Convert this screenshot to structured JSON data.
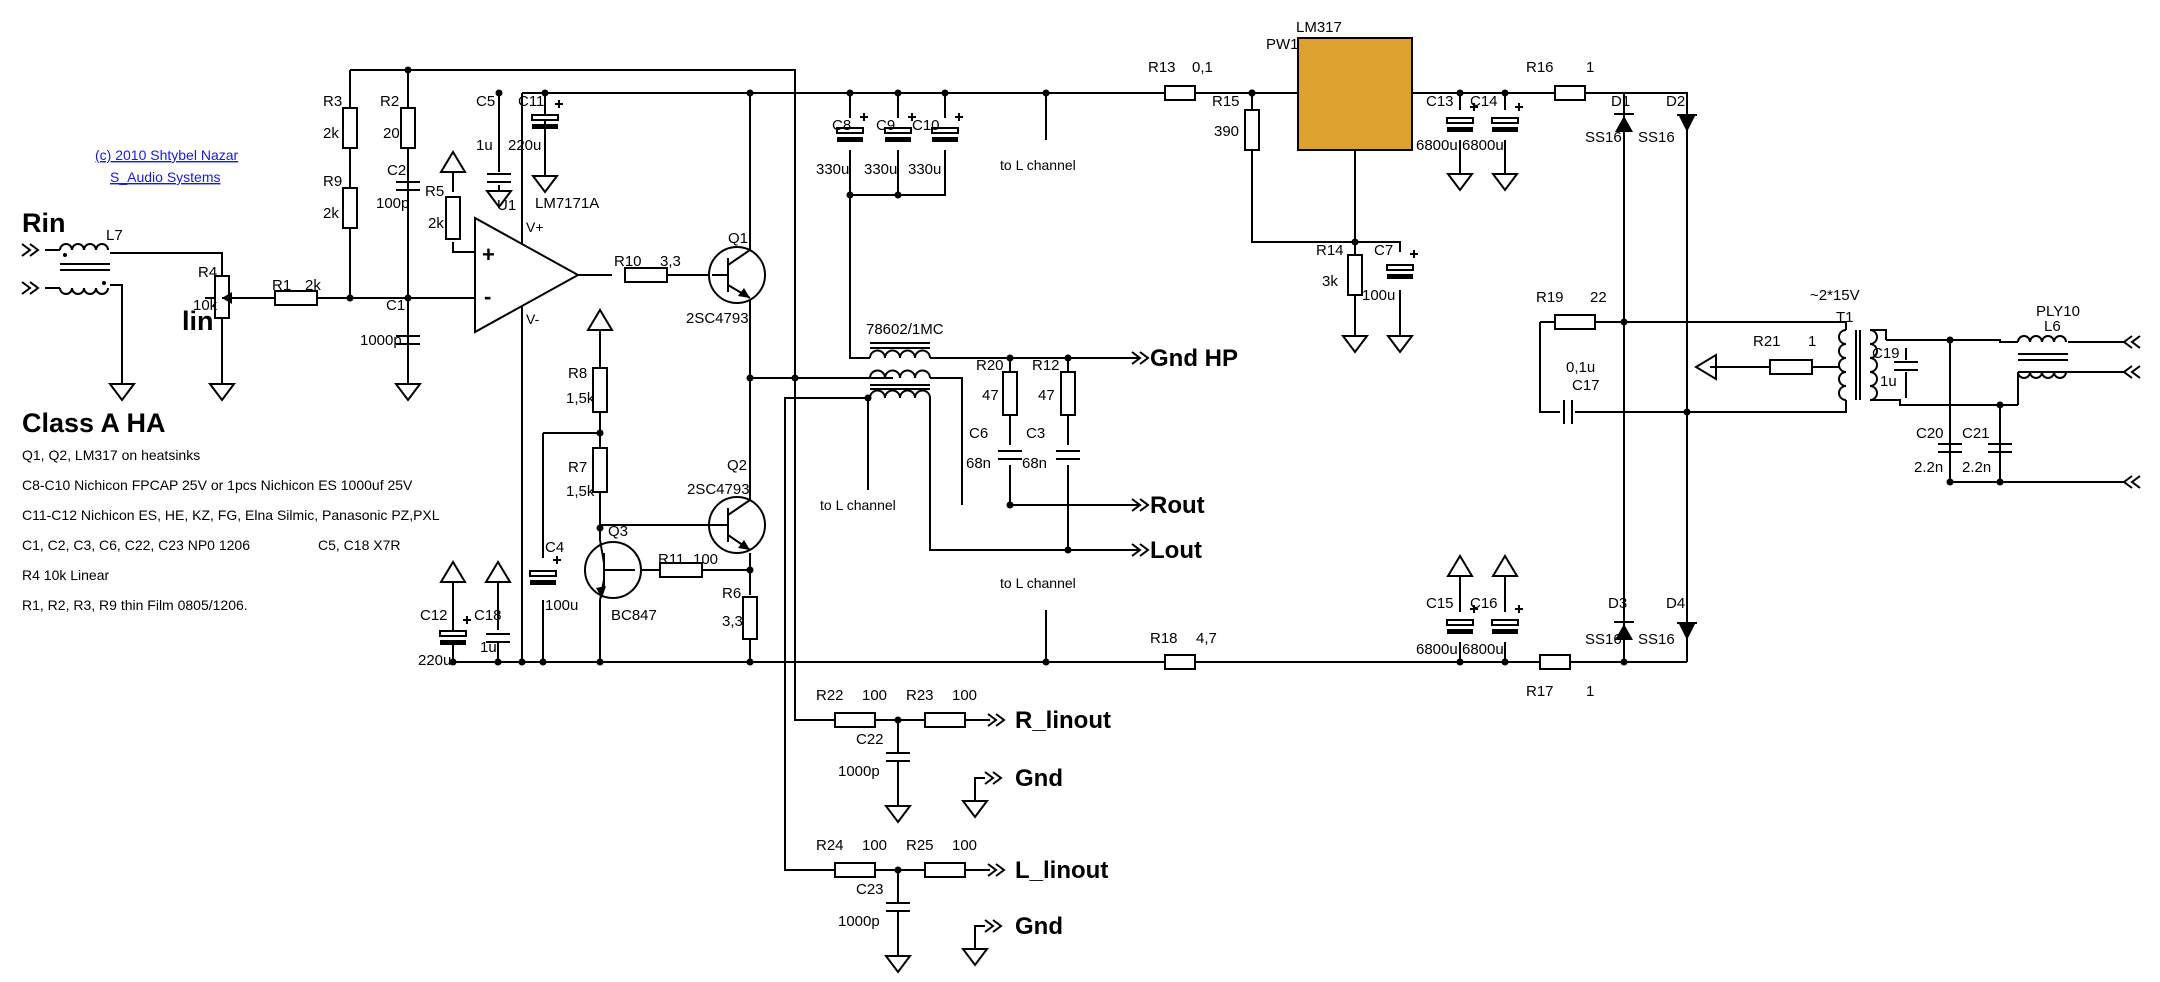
{
  "credit": {
    "line1": "(c) 2010 Shtybel Nazar",
    "line2": "S_Audio Systems"
  },
  "title": "Class A HA",
  "notes": [
    "Q1, Q2, LM317 on heatsinks",
    "C8-C10 Nichicon FPCAP 25V or 1pcs Nichicon ES 1000uf 25V",
    "C11-C12 Nichicon ES, HE, KZ, FG, Elna Silmic, Panasonic PZ,PXL",
    "C1, C2, C3, C6, C22, C23 NP0 1206",
    "C5, C18 X7R",
    "R4 10k Linear",
    "R1, R2, R3, R9 thin Film 0805/1206."
  ],
  "ports": {
    "rin": "Rin",
    "lin": "lin",
    "gnd_hp": "Gnd HP",
    "rout": "Rout",
    "lout": "Lout",
    "r_linout": "R_linout",
    "gnd1": "Gnd",
    "l_linout": "L_linout",
    "gnd2": "Gnd"
  },
  "to_l_channel": "to L channel",
  "components": {
    "L7": {
      "ref": "L7"
    },
    "R4": {
      "ref": "R4",
      "value": "10k"
    },
    "R1": {
      "ref": "R1",
      "value": "2k"
    },
    "R3": {
      "ref": "R3",
      "value": "2k"
    },
    "R9": {
      "ref": "R9",
      "value": "2k"
    },
    "R2": {
      "ref": "R2",
      "value": "20"
    },
    "C2": {
      "ref": "C2",
      "value": "100p"
    },
    "C1": {
      "ref": "C1",
      "value": "1000p"
    },
    "R5": {
      "ref": "R5",
      "value": "2k"
    },
    "U1": {
      "ref": "U1",
      "value": "LM7171A",
      "vplus": "V+",
      "vminus": "V-",
      "plus": "+",
      "minus": "-"
    },
    "C5": {
      "ref": "C5",
      "value": "1u"
    },
    "C11": {
      "ref": "C11",
      "value": "220u"
    },
    "R10": {
      "ref": "R10",
      "value": "3,3"
    },
    "Q1": {
      "ref": "Q1",
      "value": "2SC4793"
    },
    "Q2": {
      "ref": "Q2",
      "value": "2SC4793"
    },
    "Q3": {
      "ref": "Q3",
      "value": "BC847"
    },
    "R8": {
      "ref": "R8",
      "value": "1,5k"
    },
    "R7": {
      "ref": "R7",
      "value": "1,5k"
    },
    "C4": {
      "ref": "C4",
      "value": "100u"
    },
    "R11": {
      "ref": "R11",
      "value": "100"
    },
    "R6": {
      "ref": "R6",
      "value": "3,3"
    },
    "C12": {
      "ref": "C12",
      "value": "220u"
    },
    "C18": {
      "ref": "C18",
      "value": "1u"
    },
    "C8": {
      "ref": "C8",
      "value": "330u"
    },
    "C9": {
      "ref": "C9",
      "value": "330u"
    },
    "C10": {
      "ref": "C10",
      "value": "330u"
    },
    "TR1": {
      "ref": "78602/1MC"
    },
    "R20": {
      "ref": "R20",
      "value": "47"
    },
    "R12": {
      "ref": "R12",
      "value": "47"
    },
    "C6": {
      "ref": "C6",
      "value": "68n"
    },
    "C3": {
      "ref": "C3",
      "value": "68n"
    },
    "R13": {
      "ref": "R13",
      "value": "0,1"
    },
    "R15": {
      "ref": "R15",
      "value": "390"
    },
    "PW1": {
      "ref": "PW1",
      "value": "LM317"
    },
    "R14": {
      "ref": "R14",
      "value": "3k"
    },
    "C7": {
      "ref": "C7",
      "value": "100u"
    },
    "C13": {
      "ref": "C13",
      "value": "6800u"
    },
    "C14": {
      "ref": "C14",
      "value": "6800u"
    },
    "R16": {
      "ref": "R16",
      "value": "1"
    },
    "D1": {
      "ref": "D1",
      "value": "SS16"
    },
    "D2": {
      "ref": "D2",
      "value": "SS16"
    },
    "D3": {
      "ref": "D3",
      "value": "SS16"
    },
    "D4": {
      "ref": "D4",
      "value": "SS16"
    },
    "R18": {
      "ref": "R18",
      "value": "4,7"
    },
    "C15": {
      "ref": "C15",
      "value": "6800u"
    },
    "C16": {
      "ref": "C16",
      "value": "6800u"
    },
    "R17": {
      "ref": "R17",
      "value": "1"
    },
    "R19": {
      "ref": "R19",
      "value": "22"
    },
    "C17": {
      "ref": "C17",
      "value": "0,1u"
    },
    "R21": {
      "ref": "R21",
      "value": "1"
    },
    "T1": {
      "ref": "T1",
      "value": "~2*15V"
    },
    "C19": {
      "ref": "C19",
      "value": "1u"
    },
    "C20": {
      "ref": "C20",
      "value": "2.2n"
    },
    "C21": {
      "ref": "C21",
      "value": "2.2n"
    },
    "L6": {
      "ref": "L6",
      "label": "PLY10"
    },
    "R22": {
      "ref": "R22",
      "value": "100"
    },
    "R23": {
      "ref": "R23",
      "value": "100"
    },
    "C22": {
      "ref": "C22",
      "value": "1000p"
    },
    "R24": {
      "ref": "R24",
      "value": "100"
    },
    "R25": {
      "ref": "R25",
      "value": "100"
    },
    "C23": {
      "ref": "C23",
      "value": "1000p"
    }
  },
  "colors": {
    "regulator": "#dda22e",
    "wire": "#000000",
    "link": "#1a1ad6"
  }
}
